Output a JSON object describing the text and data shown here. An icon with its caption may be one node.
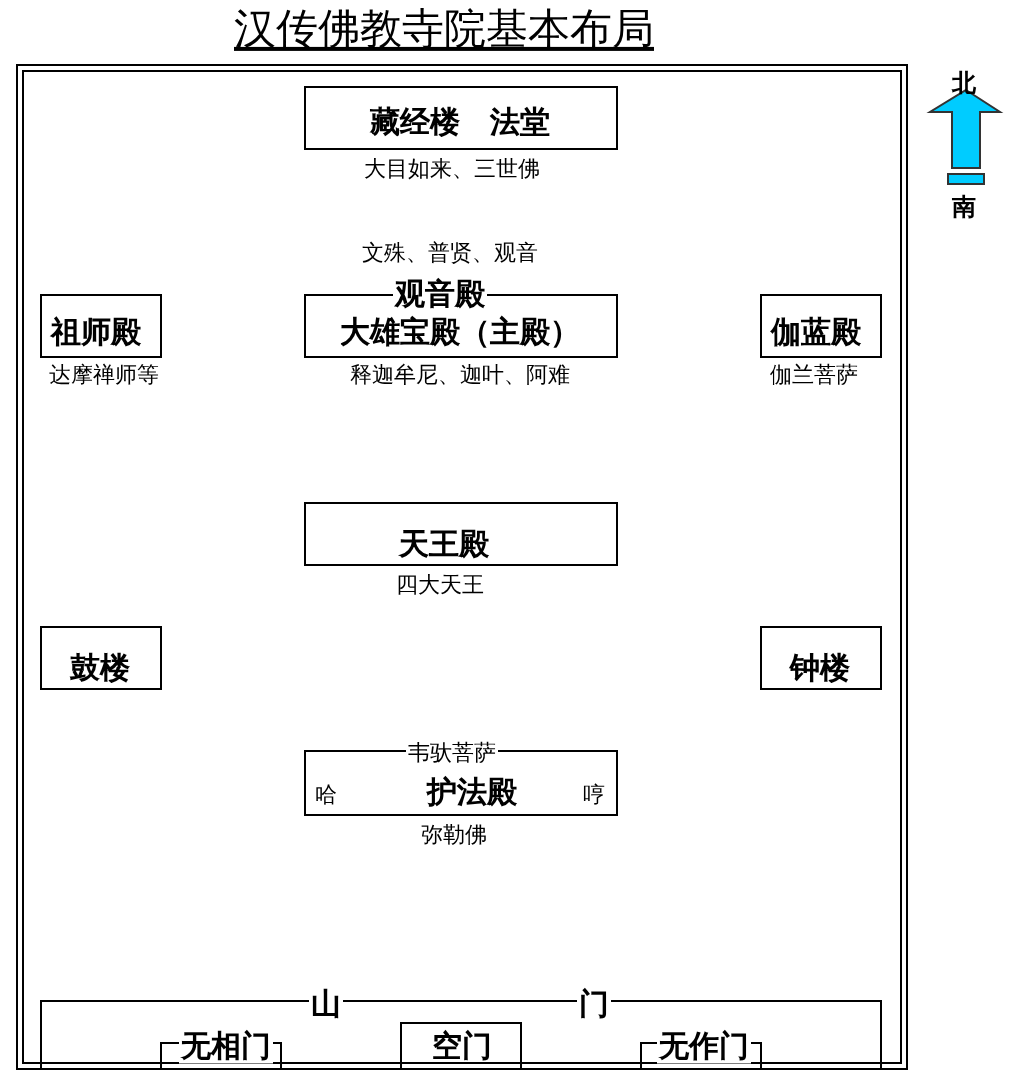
{
  "diagram": {
    "title": "汉传佛教寺院基本布局",
    "nodes": [
      {
        "text": [],
        "shape": "box"
      },
      {
        "text": [
          "藏经楼　法堂"
        ],
        "in": 0,
        "beside": [
          "大目如来、三世佛"
        ]
      },
      {
        "text": [
          "观音殿",
          "大雄宝殿（主殿）"
        ],
        "in": 0,
        "beside": [
          "文殊、普贤、观音",
          "释迦牟尼、迦叶、阿难"
        ]
      },
      {
        "text": [
          "祖师殿"
        ],
        "in": 0,
        "beside": [
          "达摩禅师等"
        ]
      },
      {
        "text": [
          "伽蓝殿"
        ],
        "in": 0,
        "beside": [
          "伽兰菩萨"
        ]
      },
      {
        "text": [
          "天王殿"
        ],
        "in": 0,
        "beside": [
          "四大天王"
        ]
      },
      {
        "text": [
          "鼓楼"
        ],
        "in": 0
      },
      {
        "text": [
          "钟楼"
        ],
        "in": 0
      },
      {
        "text": [
          "韦驮菩萨",
          "哈",
          "护法殿",
          "哼"
        ],
        "in": 0,
        "beside": [
          "弥勒佛"
        ]
      },
      {
        "text": [
          "山",
          "门"
        ],
        "in": 0
      },
      {
        "text": [
          "无相门"
        ],
        "in": 9
      },
      {
        "text": [
          "空门"
        ],
        "in": 9
      },
      {
        "text": [
          "无作门"
        ],
        "in": 9
      }
    ],
    "labels": [
      "北",
      "南"
    ]
  }
}
